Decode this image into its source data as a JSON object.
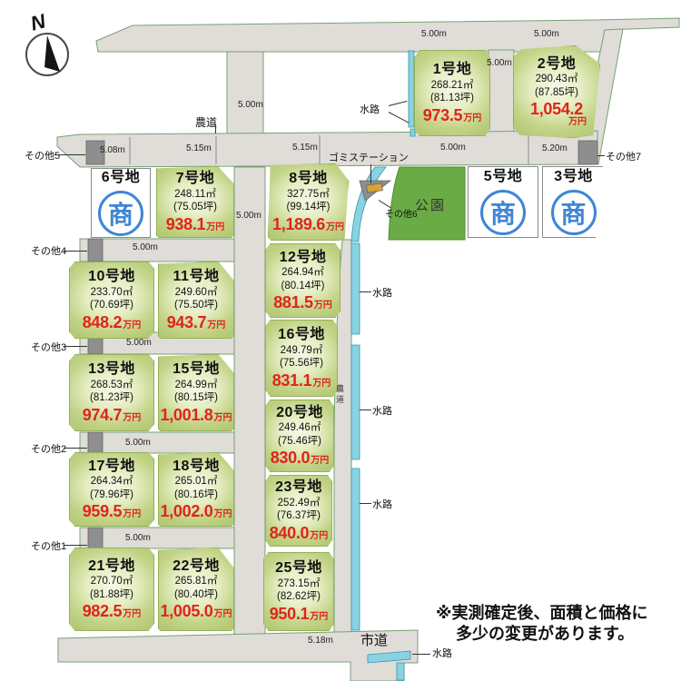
{
  "compass": "N",
  "labels": {
    "sho": "商",
    "park": "公園",
    "gomi": "ゴミステーション",
    "suiro": "水路",
    "noudou": "農道",
    "shidou": "市道",
    "sonota1": "その他1",
    "sonota2": "その他2",
    "sonota3": "その他3",
    "sonota4": "その他4",
    "sonota5": "その他5",
    "sonota6": "その他6",
    "sonota7": "その他7"
  },
  "note": {
    "line1": "※実測確定後、面積と価格に",
    "line2": "多少の変更があります。"
  },
  "dims": [
    "5.00m",
    "5.00m",
    "5.00m",
    "5.00m",
    "5.08m",
    "5.15m",
    "5.15m",
    "5.00m",
    "5.20m",
    "5.00m",
    "5.00m",
    "5.00m",
    "5.00m",
    "5.00m",
    "5.18m"
  ],
  "plots": {
    "p1": {
      "name": "1号地",
      "area": "268.21㎡",
      "tsubo": "(81.13坪)",
      "price": "973.5",
      "unit": "万円"
    },
    "p2": {
      "name": "2号地",
      "area": "290.43㎡",
      "tsubo": "(87.85坪)",
      "price": "1,054.2",
      "unit": "万円"
    },
    "p3": {
      "name": "3号地"
    },
    "p5": {
      "name": "5号地"
    },
    "p6": {
      "name": "6号地"
    },
    "p7": {
      "name": "7号地",
      "area": "248.11㎡",
      "tsubo": "(75.05坪)",
      "price": "938.1",
      "unit": "万円"
    },
    "p8": {
      "name": "8号地",
      "area": "327.75㎡",
      "tsubo": "(99.14坪)",
      "price": "1,189.6",
      "unit": "万円"
    },
    "p10": {
      "name": "10号地",
      "area": "233.70㎡",
      "tsubo": "(70.69坪)",
      "price": "848.2",
      "unit": "万円"
    },
    "p11": {
      "name": "11号地",
      "area": "249.60㎡",
      "tsubo": "(75.50坪)",
      "price": "943.7",
      "unit": "万円"
    },
    "p12": {
      "name": "12号地",
      "area": "264.94㎡",
      "tsubo": "(80.14坪)",
      "price": "881.5",
      "unit": "万円"
    },
    "p13": {
      "name": "13号地",
      "area": "268.53㎡",
      "tsubo": "(81.23坪)",
      "price": "974.7",
      "unit": "万円"
    },
    "p15": {
      "name": "15号地",
      "area": "264.99㎡",
      "tsubo": "(80.15坪)",
      "price": "1,001.8",
      "unit": "万円"
    },
    "p16": {
      "name": "16号地",
      "area": "249.79㎡",
      "tsubo": "(75.56坪)",
      "price": "831.1",
      "unit": "万円"
    },
    "p17": {
      "name": "17号地",
      "area": "264.34㎡",
      "tsubo": "(79.96坪)",
      "price": "959.5",
      "unit": "万円"
    },
    "p18": {
      "name": "18号地",
      "area": "265.01㎡",
      "tsubo": "(80.16坪)",
      "price": "1,002.0",
      "unit": "万円"
    },
    "p20": {
      "name": "20号地",
      "area": "249.46㎡",
      "tsubo": "(75.46坪)",
      "price": "830.0",
      "unit": "万円"
    },
    "p21": {
      "name": "21号地",
      "area": "270.70㎡",
      "tsubo": "(81.88坪)",
      "price": "982.5",
      "unit": "万円"
    },
    "p22": {
      "name": "22号地",
      "area": "265.81㎡",
      "tsubo": "(80.40坪)",
      "price": "1,005.0",
      "unit": "万円"
    },
    "p23": {
      "name": "23号地",
      "area": "252.49㎡",
      "tsubo": "(76.37坪)",
      "price": "840.0",
      "unit": "万円"
    },
    "p25": {
      "name": "25号地",
      "area": "273.15㎡",
      "tsubo": "(82.62坪)",
      "price": "950.1",
      "unit": "万円"
    }
  },
  "colors": {
    "plot_green": "#b8cc78",
    "park_green": "#6aab45",
    "road_gray": "#e0dcd8",
    "water_cyan": "#8ad2e2",
    "price_red": "#e0241a",
    "commercial_blue": "#3f85d6",
    "other_gray": "#8e8e8e"
  }
}
